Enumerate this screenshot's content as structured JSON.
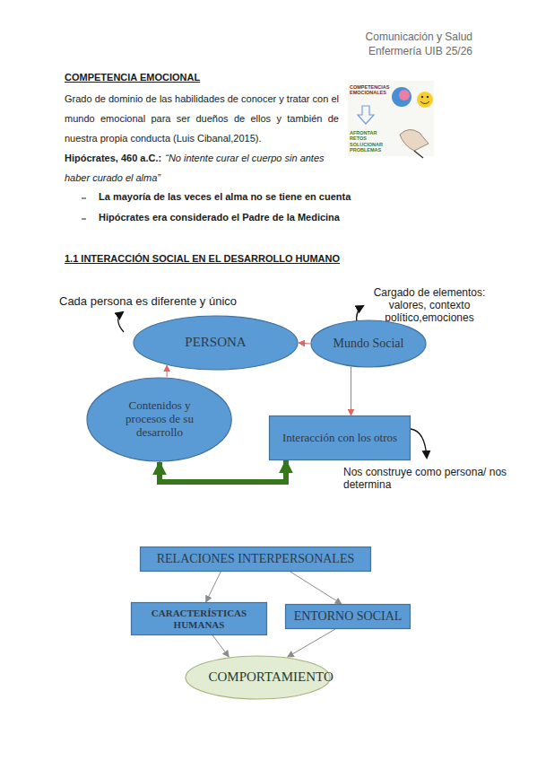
{
  "diagram": {
    "title": "COMPETENCIA EMOCIONAL",
    "nodes": [
      {
        "text": [
          "PERSONA"
        ]
      },
      {
        "text": [
          "Mundo Social"
        ]
      },
      {
        "text": [
          "Contenidos y procesos de su desarrollo"
        ]
      },
      {
        "text": [
          "Interacción con los otros"
        ]
      },
      {
        "text": [
          "RELACIONES INTERPERSONALES"
        ]
      },
      {
        "text": [
          "CARACTERÍSTICAS HUMANAS"
        ]
      },
      {
        "text": [
          "ENTORNO SOCIAL"
        ]
      },
      {
        "text": [
          "COMPORTAMIENTO"
        ]
      }
    ],
    "edges": [
      {
        "from": 1,
        "to": 0,
        "arrow": "to"
      },
      {
        "from": 2,
        "to": 0,
        "arrow": "to"
      },
      {
        "from": 1,
        "to": 3,
        "arrow": "to"
      },
      {
        "from": 3,
        "to": 2,
        "arrow": "both"
      },
      {
        "from": 4,
        "to": 5,
        "arrow": "to"
      },
      {
        "from": 4,
        "to": 6,
        "arrow": "to"
      },
      {
        "from": 5,
        "to": 7,
        "arrow": "to"
      },
      {
        "from": 6,
        "to": 7,
        "arrow": "to"
      }
    ],
    "labels": [
      "Comunicación y Salud",
      "Enfermería UIB 25/26",
      "Grado de dominio de las habilidades de conocer y tratar con el mundo emocional para ser dueños de ellos y también de nuestra propia conducta (Luis Cibanal,2015).",
      "Hipócrates, 460 a.C.:",
      "“No intente curar el cuerpo sin antes haber curado el alma”",
      "La mayoría de las veces el alma no se tiene en cuenta",
      "Hipócrates era considerado el",
      "Padre de la Medicina",
      "COMPETENCIAS EMOCIONALES",
      "AFRONTAR RETOS SOLUCIONAR PROBLEMAS",
      "1.1 INTERACCIÓN SOCIAL EN EL DESARROLLO HUMANO",
      "Cada persona es diferente y único",
      "Cargado de elementos: valores, contexto político,emociones",
      "Nos construye como persona/ nos determina"
    ]
  }
}
